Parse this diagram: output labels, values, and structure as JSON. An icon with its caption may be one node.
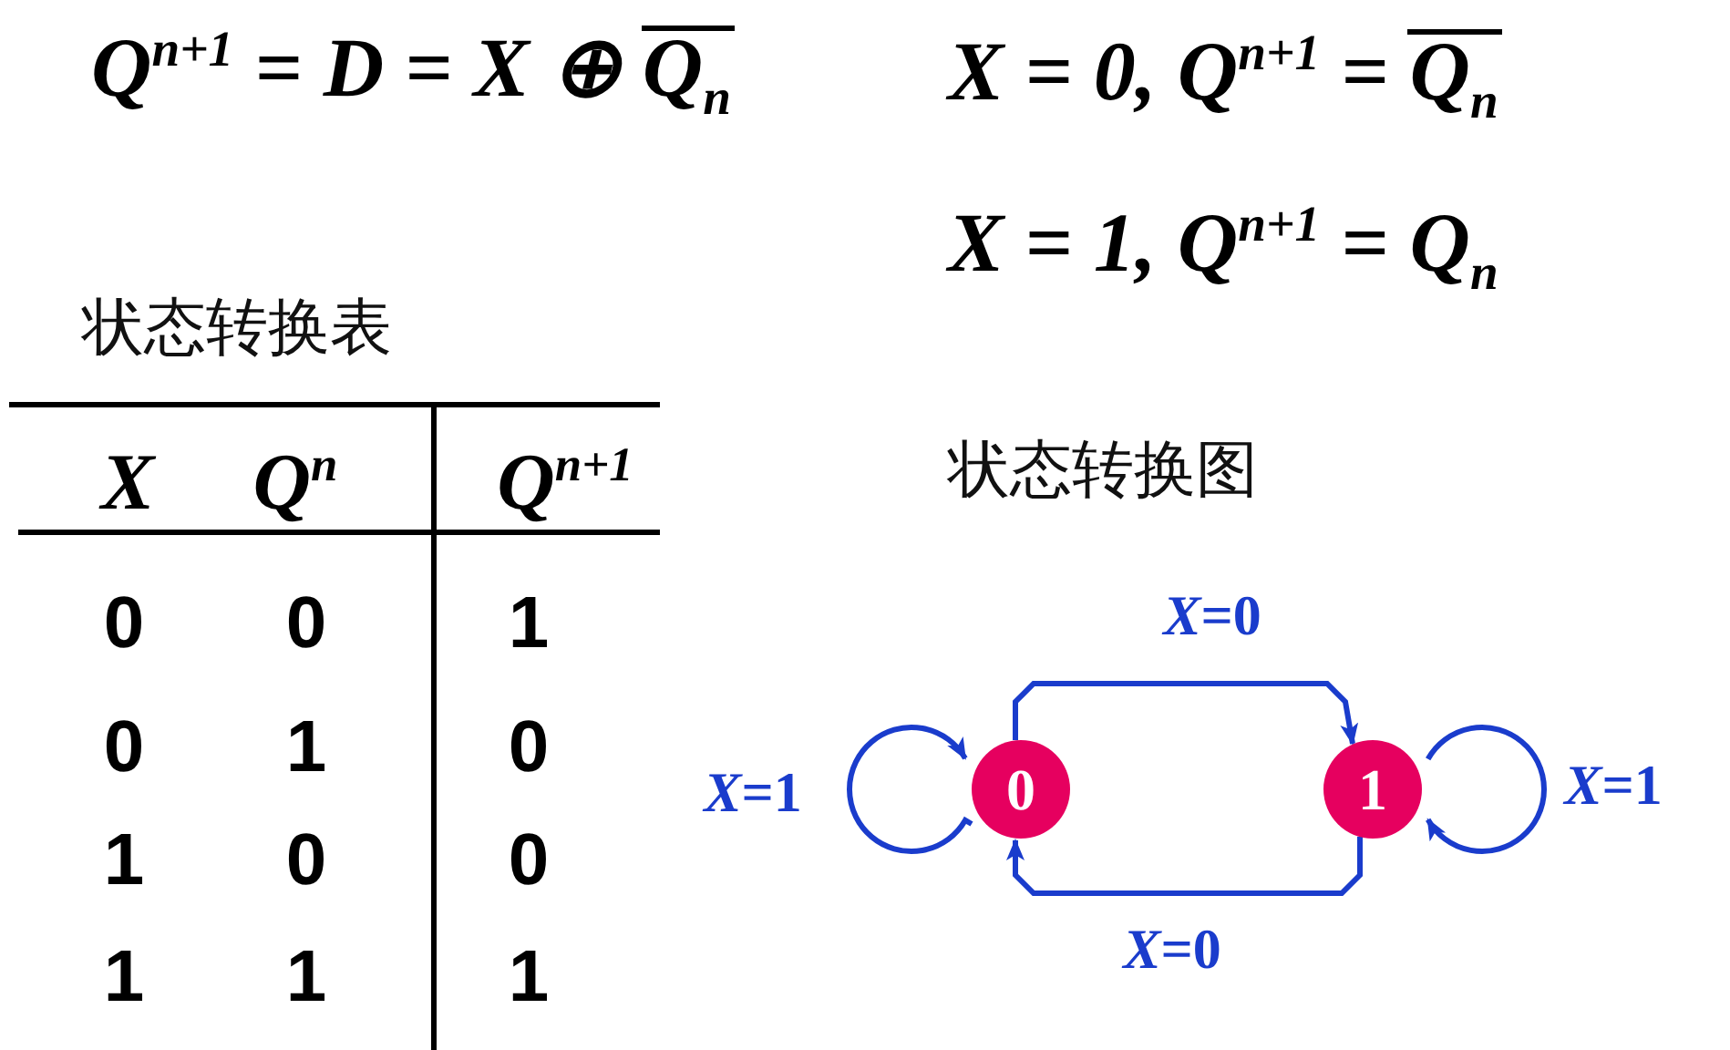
{
  "diagram": {
    "nodes": [
      {
        "text": [
          "0"
        ]
      },
      {
        "text": [
          "1"
        ]
      }
    ],
    "edges": [
      {
        "from": 0,
        "to": 1,
        "arrow": "to",
        "label": "*X*=0"
      },
      {
        "from": 1,
        "to": 0,
        "arrow": "to",
        "label": "*X*=0"
      },
      {
        "from": 0,
        "to": 0,
        "arrow": "to",
        "label": "*X*=1"
      },
      {
        "from": 1,
        "to": 1,
        "arrow": "to",
        "label": "*X*=1"
      }
    ],
    "labels": [
      "Q$^{n+1}$ = D = X ⊕ Q$_{n}$",
      "X = 0, Q$^{n+1}$ = Q$_{n}$",
      "X = 1, Q$^{n+1}$ = Q$_{n}$",
      "状态转换表",
      "X",
      "Q$^{n}$",
      "Q$^{n+1}$",
      "0",
      "0",
      "1",
      "0",
      "1",
      "0",
      "1",
      "0",
      "0",
      "1",
      "1",
      "1",
      "状态转换图"
    ]
  }
}
